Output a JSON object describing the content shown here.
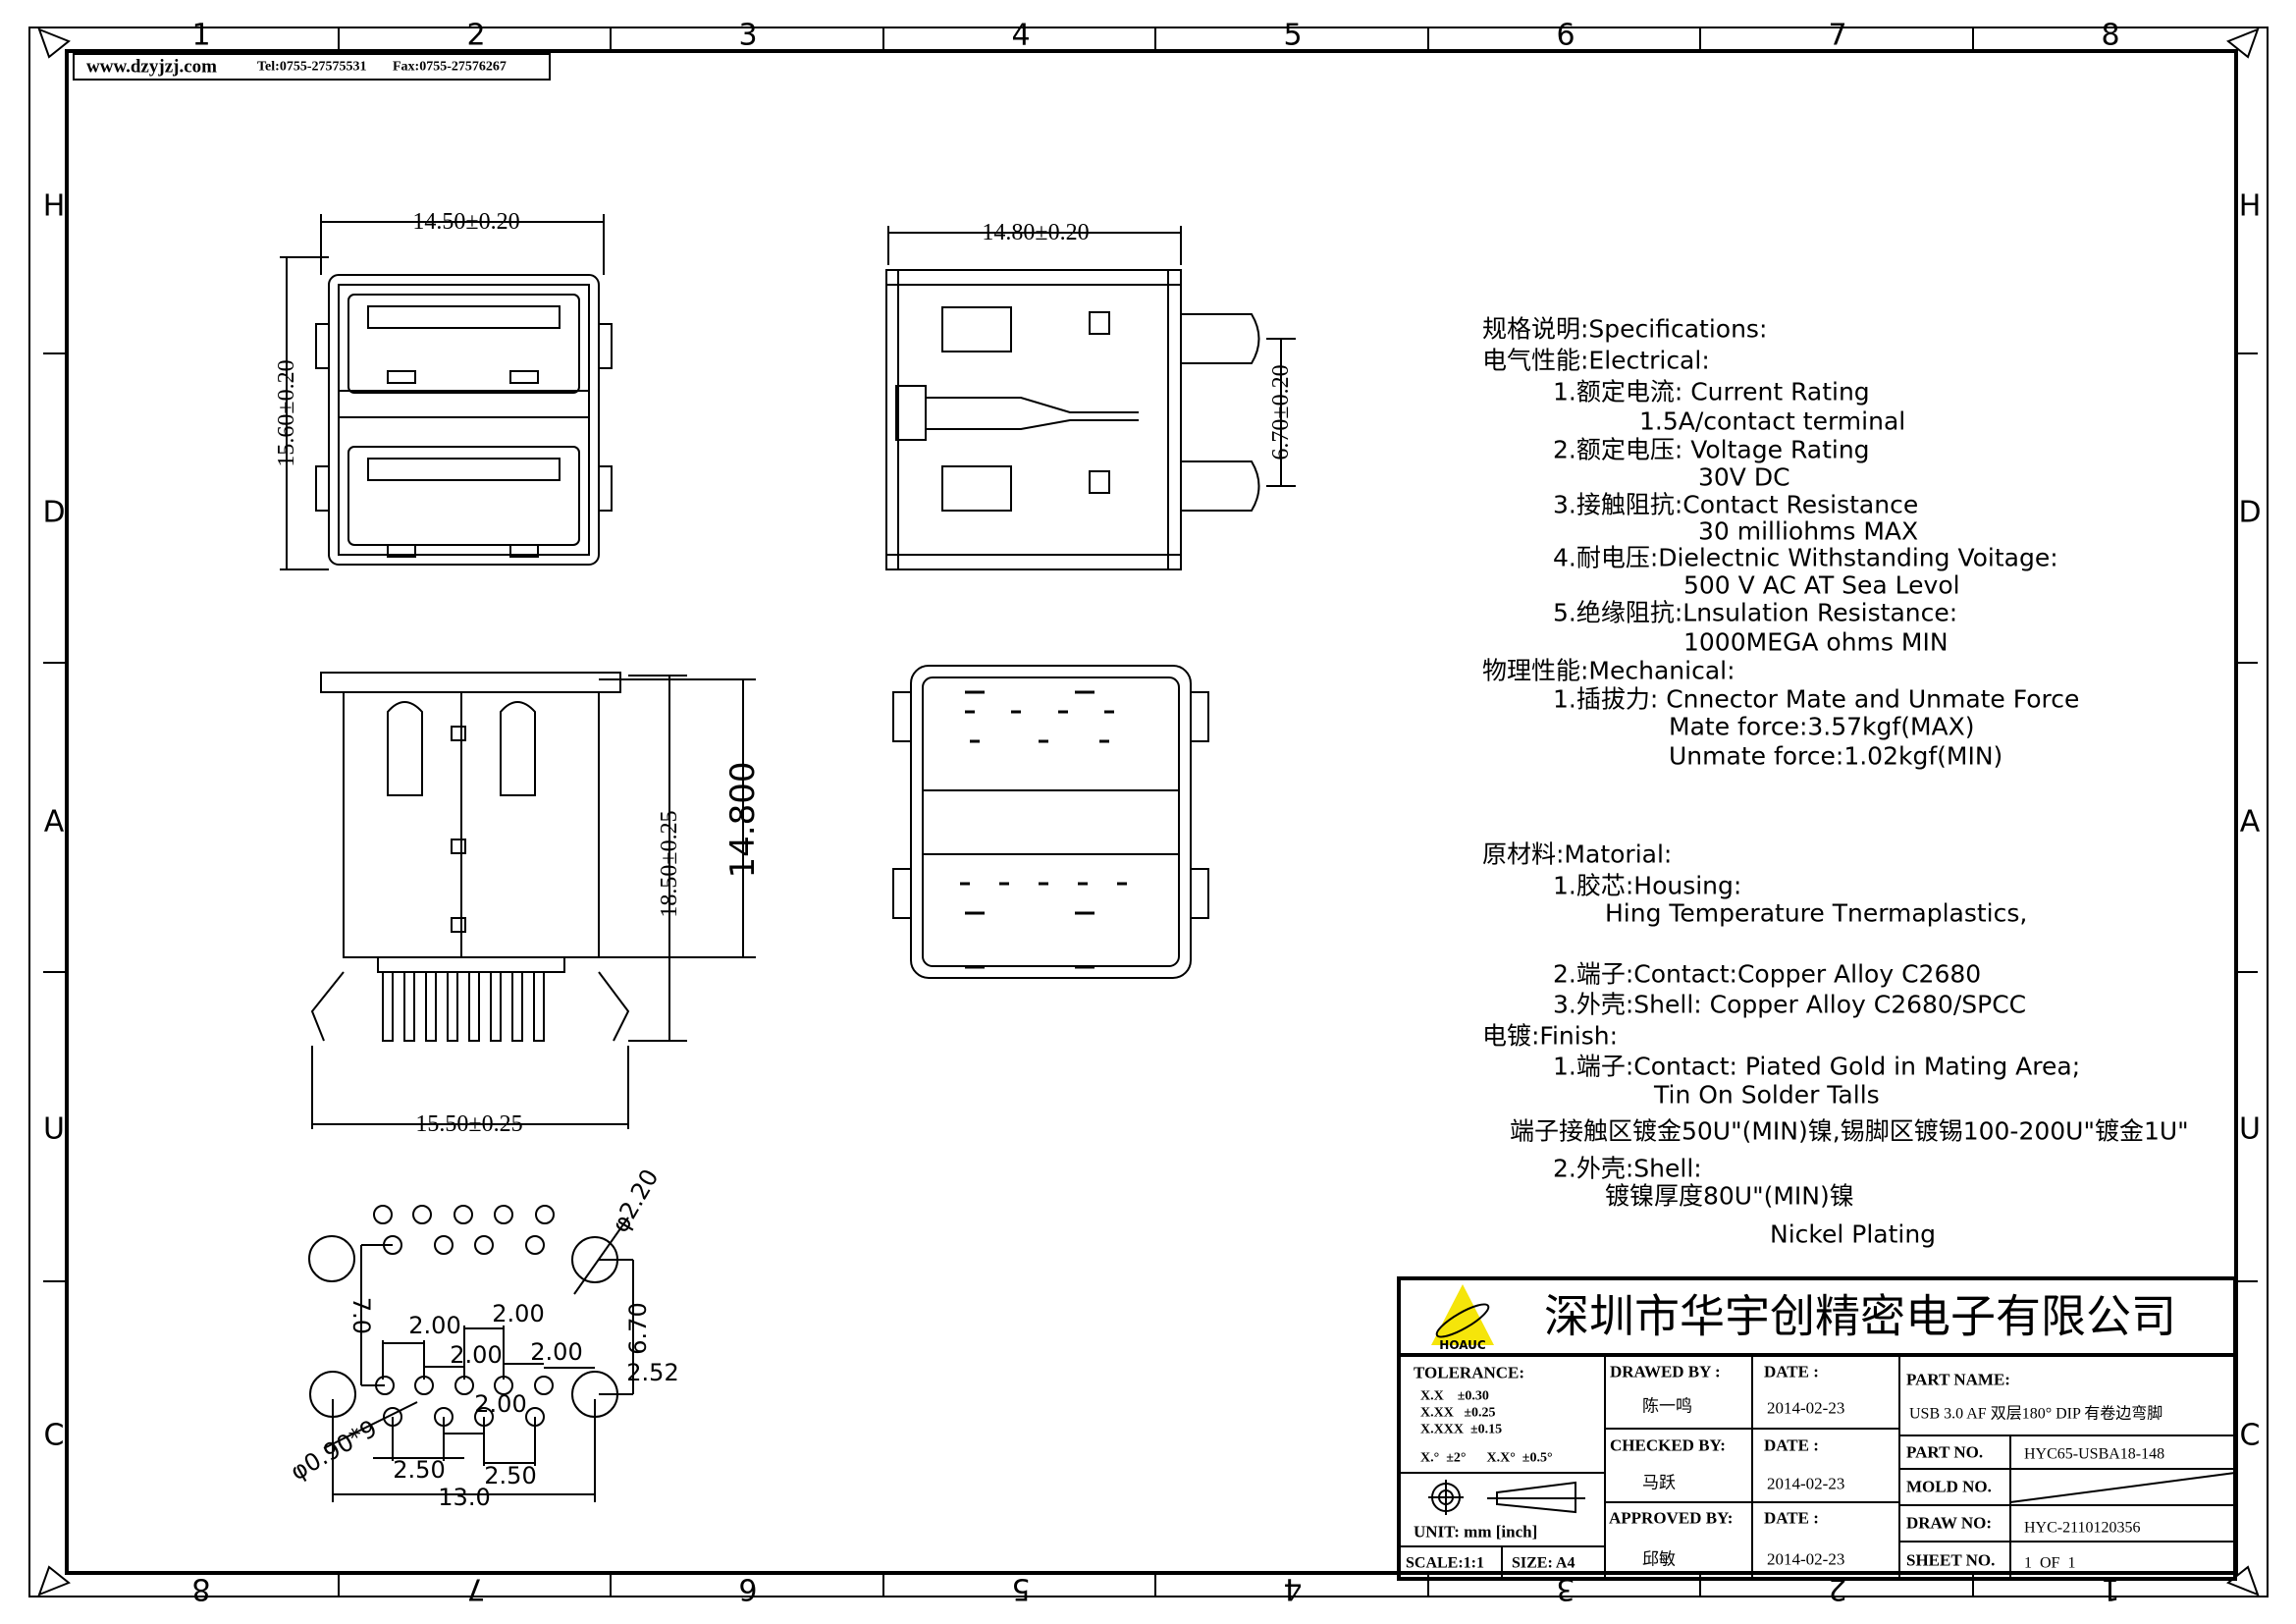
{
  "frame": {
    "columns_top": [
      "1",
      "2",
      "3",
      "4",
      "5",
      "6",
      "7",
      "8"
    ],
    "columns_bottom": [
      "8",
      "7",
      "6",
      "5",
      "4",
      "3",
      "2",
      "1"
    ],
    "rows": [
      "H",
      "D",
      "A",
      "U",
      "C"
    ]
  },
  "header": {
    "website": "www.dzyjzj.com",
    "tel": "Tel:0755-27575531",
    "fax": "Fax:0755-27576267"
  },
  "dimensions": {
    "front_width": "14.50±0.20",
    "front_height": "15.60±0.20",
    "side_width": "14.80±0.20",
    "side_height": "6.70±0.20",
    "rear_height_1": "18.50±0.25",
    "rear_height_2": "14.800",
    "rear_width": "15.50±0.25",
    "footprint": {
      "big_hole_dia": "φ2.20",
      "small_hole_dia": "φ0.90*9",
      "vertical_left": "7.0",
      "vertical_right": "6.70",
      "offset": "2.52",
      "pitch_labels": [
        "2.00",
        "2.00",
        "2.00",
        "2.00",
        "2.00"
      ],
      "row_pitch_labels": [
        "2.50",
        "2.50"
      ],
      "overall_width": "13.0"
    }
  },
  "specs": {
    "lines": [
      {
        "text": "规格说明:Specifications:"
      },
      {
        "text": "电气性能:Electrical:"
      },
      {
        "text": "1.额定电流: Current  Rating"
      },
      {
        "text": "1.5A/contact  terminal"
      },
      {
        "text": "2.额定电压: Voltage  Rating"
      },
      {
        "text": "30V  DC"
      },
      {
        "text": "3.接触阻抗:Contact  Resistance"
      },
      {
        "text": "30  milliohms  MAX"
      },
      {
        "text": "4.耐电压:Dielectnic  Withstanding  Voitage:"
      },
      {
        "text": "500  V  AC  AT  Sea  Levol"
      },
      {
        "text": "5.绝缘阻抗:Lnsulation  Resistance:"
      },
      {
        "text": "1000MEGA  ohms  MIN"
      },
      {
        "text": "物理性能:Mechanical:"
      },
      {
        "text": "1.插拔力: Cnnector  Mate  and  Unmate  Force"
      },
      {
        "text": "Mate  force:3.57kgf(MAX)"
      },
      {
        "text": "Unmate  force:1.02kgf(MIN)"
      },
      {
        "text": "原材料:Matorial:"
      },
      {
        "text": "1.胶芯:Housing:"
      },
      {
        "text": "Hing  Temperature    Tnermaplastics,"
      },
      {
        "text": "2.端子:Contact:Copper  Alloy  C2680"
      },
      {
        "text": "3.外壳:Shell:  Copper  Alloy  C2680/SPCC"
      },
      {
        "text": "电镀:Finish:"
      },
      {
        "text": "1.端子:Contact:  Piated  Gold  in  Mating  Area;"
      },
      {
        "text": "Tin  On  Solder  Talls"
      },
      {
        "text": "端子接触区镀金50U\"(MIN)镍,锡脚区镀锡100-200U\"镀金1U\""
      },
      {
        "text": "2.外壳:Shell:"
      },
      {
        "text": "镀镍厚度80U\"(MIN)镍"
      },
      {
        "text": "Nickel  Plating"
      }
    ]
  },
  "title_block": {
    "logo_text": "HOAUC",
    "company": "深圳市华宇创精密电子有限公司",
    "tolerance_label": "TOLERANCE:",
    "tol_xx": "X.X    ±0.30",
    "tol_xxx": "X.XX   ±0.25",
    "tol_xxxx": "X.XXX  ±0.15",
    "tol_angle": "X.°  ±2°      X.X°  ±0.5°",
    "unit": "UNIT: mm  [inch]",
    "scale": "SCALE:1:1",
    "size": "SIZE:  A4",
    "drawed_by_label": "DRAWED  BY :",
    "drawed_by": "陈一鸣",
    "checked_by_label": "CHECKED  BY:",
    "checked_by": "马跃",
    "approved_by_label": "APPROVED  BY:",
    "approved_by": "邱敏",
    "date_label": "DATE  :",
    "date_drawed": "2014-02-23",
    "date_checked": "2014-02-23",
    "date_approved": "2014-02-23",
    "part_name_label": "PART  NAME:",
    "part_name": "USB 3.0 AF 双层180° DIP 有卷边弯脚",
    "part_no_label": "PART  NO.",
    "part_no": "HYC65-USBA18-148",
    "mold_no_label": "MOLD  NO.",
    "draw_no_label": "DRAW  NO:",
    "draw_no": "HYC-2110120356",
    "sheet_no_label": "SHEET  NO.",
    "sheet_no": "1  OF  1",
    "logo_color": "#f5e50a"
  }
}
